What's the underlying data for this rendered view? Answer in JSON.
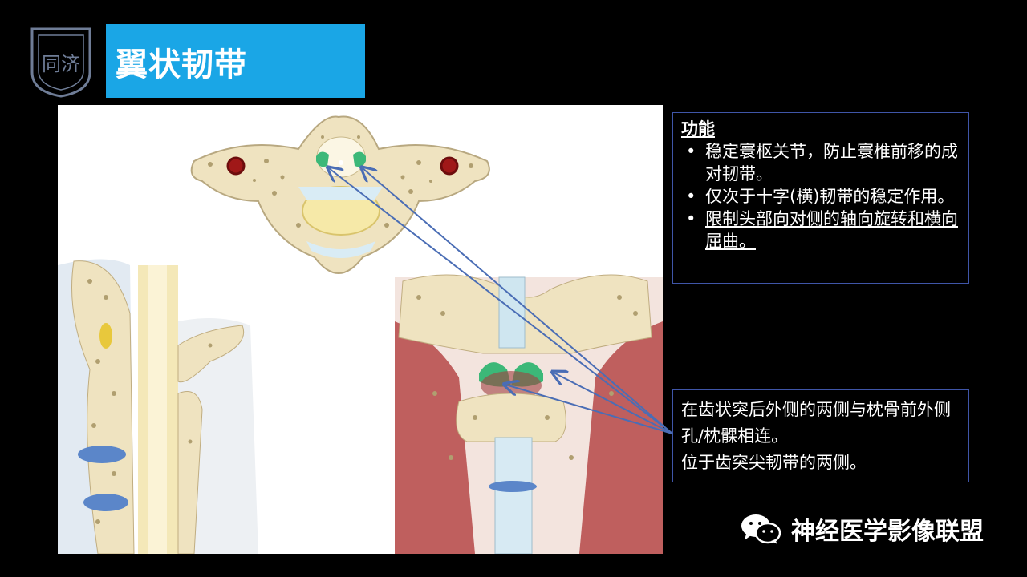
{
  "title": "翼状韧带",
  "function_box": {
    "heading": "功能",
    "items": [
      "稳定寰枢关节，防止寰椎前移的成对韧带。",
      "仅次于十字(横)韧带的稳定作用。",
      "限制头部向对侧的轴向旋转和横向屈曲。"
    ]
  },
  "description_box": {
    "line1": "在齿状突后外侧的两侧与枕骨前外侧孔/枕髁相连。",
    "line2": "位于齿突尖韧带的两侧。"
  },
  "watermark": {
    "text": "神经医学影像联盟",
    "icon": "wechat-icon"
  },
  "logo": {
    "icon": "hospital-logo-icon",
    "text": "同济"
  },
  "colors": {
    "title_bg": "#1aa6e6",
    "box_border": "#3f55a8",
    "arrow": "#4a6db5",
    "ligament": "#3cb878"
  }
}
